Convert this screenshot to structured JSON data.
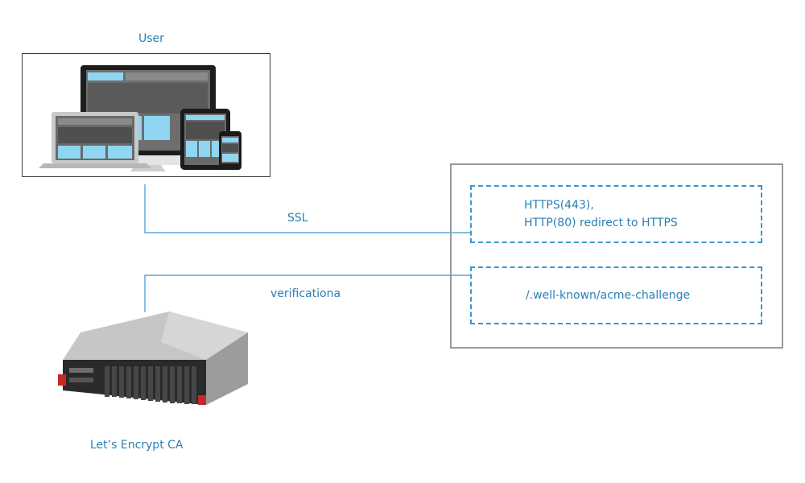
{
  "nodes": {
    "user": {
      "label": "User"
    },
    "ca": {
      "label": "Let’s Encrypt CA"
    }
  },
  "edges": {
    "ssl": {
      "label": "SSL"
    },
    "verification": {
      "label": "verificationa"
    }
  },
  "server_box": {
    "https_lines": [
      "HTTPS(443),",
      "HTTP(80) redirect to HTTPS"
    ],
    "acme_path": "/.well-known/acme-challenge"
  },
  "colors": {
    "text": "#2a7fb5",
    "dashed_border": "#3b95cf",
    "outer_border": "#9a9a9a",
    "connector": "#3b95cf"
  },
  "icons": {
    "user": "responsive-devices-icon",
    "ca": "rack-server-icon"
  }
}
